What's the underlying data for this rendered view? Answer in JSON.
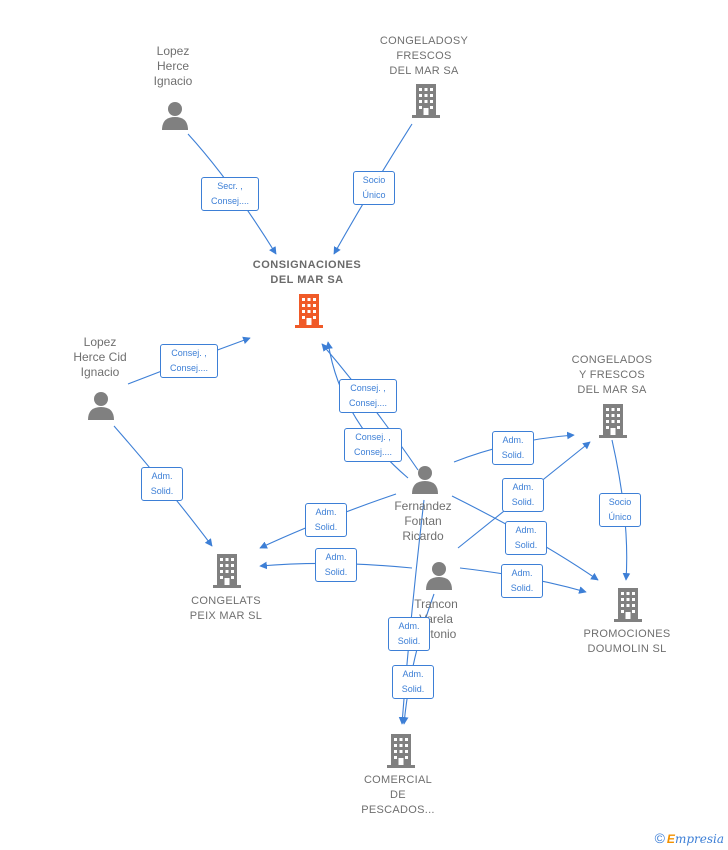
{
  "nodes": {
    "consignaciones": {
      "label": "CONSIGNACIONES\nDEL MAR SA",
      "kind": "company",
      "color": "#f05a28"
    },
    "congeladosy_frescos_top": {
      "label": "CONGELADOSY\nFRESCOS\nDEL MAR SA",
      "kind": "company",
      "color": "#808080"
    },
    "lopez_herce": {
      "label": "Lopez\nHerce\nIgnacio",
      "kind": "person",
      "color": "#808080"
    },
    "lopez_herce_cid": {
      "label": "Lopez\nHerce Cid\nIgnacio",
      "kind": "person",
      "color": "#808080"
    },
    "congelados_y_frescos": {
      "label": "CONGELADOS\nY FRESCOS\nDEL MAR SA",
      "kind": "company",
      "color": "#808080"
    },
    "fernandez": {
      "label": "Fernandez\nFontan\nRicardo",
      "kind": "person",
      "color": "#808080"
    },
    "trancon": {
      "label": "Trancon\nVarela\nAntonio",
      "kind": "person",
      "color": "#808080"
    },
    "congelats": {
      "label": "CONGELATS\nPEIX MAR SL",
      "kind": "company",
      "color": "#808080"
    },
    "promociones": {
      "label": "PROMOCIONES\nDOUMOLIN SL",
      "kind": "company",
      "color": "#808080"
    },
    "comercial": {
      "label": "COMERCIAL\nDE\nPESCADOS...",
      "kind": "company",
      "color": "#808080"
    }
  },
  "edge_labels": {
    "secr_consej": "Secr. ,\nConsej....",
    "socio_unico_top": "Socio\nÚnico",
    "consej_lopez_cid": "Consej. ,\nConsej....",
    "consej_fernandez_1": "Consej. ,\nConsej....",
    "consej_fernandez_2": "Consej. ,\nConsej....",
    "adm_solid_lopez_cid": "Adm.\nSolid.",
    "adm_solid_fern_congelados": "Adm.\nSolid.",
    "adm_solid_trancon_congelados": "Adm.\nSolid.",
    "socio_unico_right": "Socio\nÚnico",
    "adm_solid_fern_promo": "Adm.\nSolid.",
    "adm_solid_trancon_promo": "Adm.\nSolid.",
    "adm_solid_fern_congelats": "Adm.\nSolid.",
    "adm_solid_trancon_congelats": "Adm.\nSolid.",
    "adm_solid_fern_comercial": "Adm.\nSolid.",
    "adm_solid_trancon_comercial": "Adm.\nSolid."
  },
  "colors": {
    "edge": "#3d7fd6",
    "focus_company": "#f05a28",
    "company": "#808080",
    "person": "#808080"
  },
  "brand": {
    "copyright": "©",
    "first_letter": "E",
    "rest": "mpresia"
  }
}
